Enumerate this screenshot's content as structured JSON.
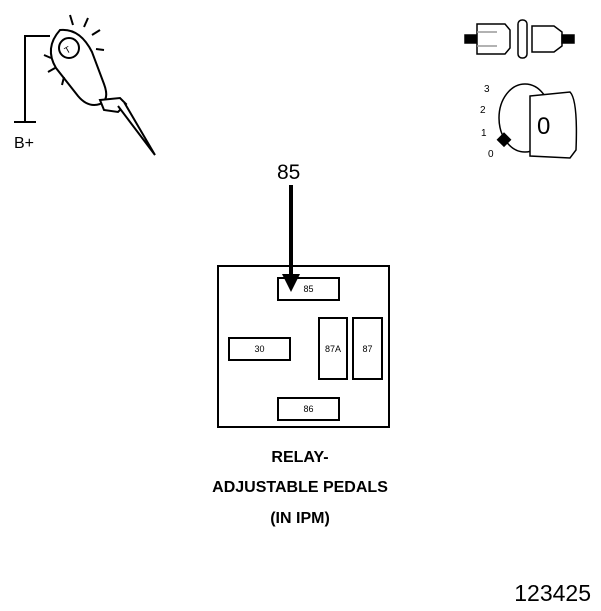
{
  "probe": {
    "supply_label": "B+",
    "icon": "test-light-icon"
  },
  "connector": {
    "icon": "connector-disconnected-icon"
  },
  "ignition": {
    "icon": "ignition-key-icon",
    "positions": [
      "3",
      "2",
      "1",
      "0"
    ],
    "key_position": "0"
  },
  "relay": {
    "probe_terminal": "85",
    "pins": {
      "p85": "85",
      "p30": "30",
      "p87a": "87A",
      "p87": "87",
      "p86": "86"
    },
    "caption": [
      "RELAY-",
      "ADJUSTABLE PEDALS",
      "(IN IPM)"
    ]
  },
  "figure_number": "123425"
}
